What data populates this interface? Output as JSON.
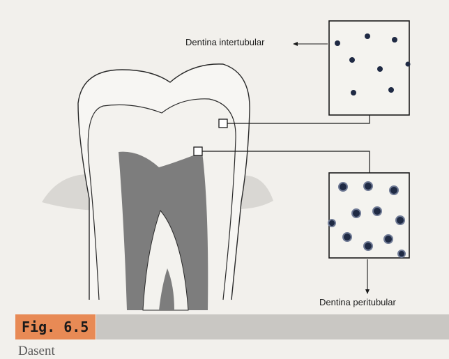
{
  "labels": {
    "intertubular": "Dentina intertubular",
    "peritubular": "Dentina peritubular"
  },
  "figure": {
    "number": "Fig. 6.5",
    "next_text": "Dasent"
  },
  "colors": {
    "background": "#f2f0ec",
    "pulp": "#7d7d7d",
    "tubule": "#1f2a44",
    "badge": "#e88a55",
    "caption_bar": "#c9c7c3"
  }
}
